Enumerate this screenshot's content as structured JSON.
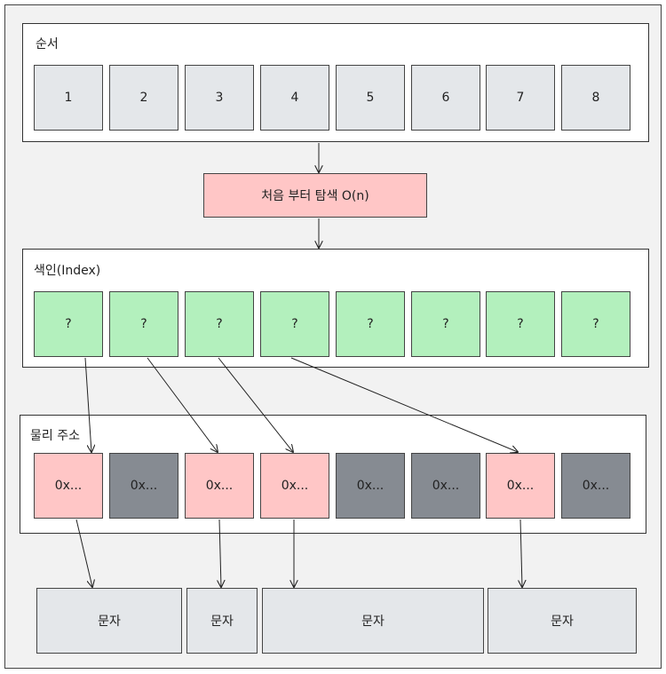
{
  "order_panel": {
    "title": "순서",
    "cells": [
      "1",
      "2",
      "3",
      "4",
      "5",
      "6",
      "7",
      "8"
    ]
  },
  "search_step": {
    "label": "처음 부터 탐색 O(n)"
  },
  "index_panel": {
    "title": "색인(Index)",
    "cells": [
      "?",
      "?",
      "?",
      "?",
      "?",
      "?",
      "?",
      "?"
    ]
  },
  "address_panel": {
    "title": "물리 주소",
    "cells": [
      {
        "label": "0x...",
        "state": "used"
      },
      {
        "label": "0x...",
        "state": "free"
      },
      {
        "label": "0x...",
        "state": "used"
      },
      {
        "label": "0x...",
        "state": "used"
      },
      {
        "label": "0x...",
        "state": "free"
      },
      {
        "label": "0x...",
        "state": "free"
      },
      {
        "label": "0x...",
        "state": "used"
      },
      {
        "label": "0x...",
        "state": "free"
      }
    ]
  },
  "characters": [
    "문자",
    "문자",
    "문자",
    "문자"
  ],
  "colors": {
    "order_cell": "#e4e7ea",
    "index_cell": "#b3f0bd",
    "used_address": "#ffc6c6",
    "free_address": "#868b92",
    "search_box": "#ffc6c6"
  }
}
